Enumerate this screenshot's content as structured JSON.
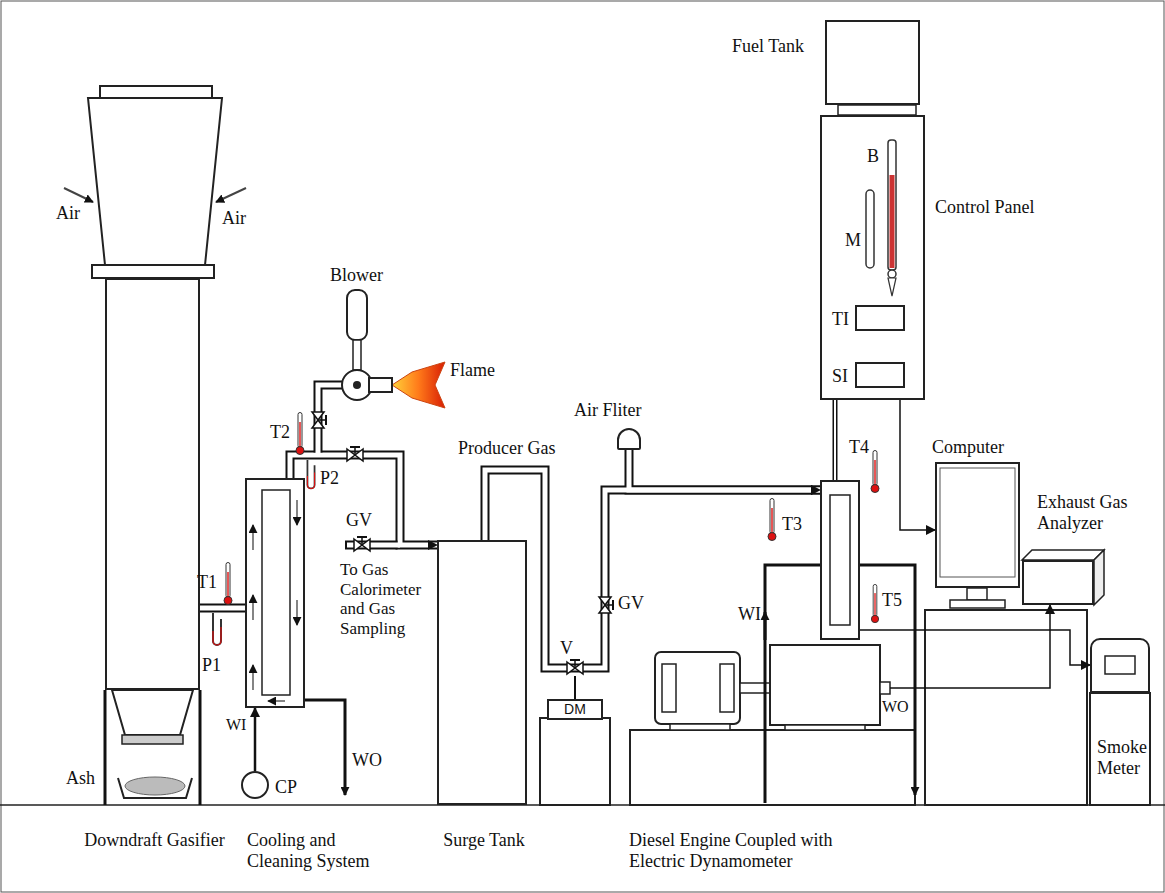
{
  "diagram": {
    "nodes": [
      {
        "text": [
          "Downdraft Gasifier"
        ]
      },
      {
        "text": [
          "Cooling and Cleaning System"
        ]
      },
      {
        "text": [
          "Surge Tank"
        ]
      },
      {
        "text": [
          "Diesel Engine Coupled with Electric Dynamometer"
        ]
      },
      {
        "text": [
          "Fuel Tank"
        ]
      },
      {
        "text": [
          "Control Panel"
        ]
      },
      {
        "text": [
          "TI"
        ],
        "in": 5
      },
      {
        "text": [
          "SI"
        ],
        "in": 5
      },
      {
        "text": [
          "Computer"
        ]
      },
      {
        "text": [
          "Exhaust Gas Analyzer"
        ]
      },
      {
        "text": [
          "Smoke Meter"
        ]
      },
      {
        "text": [
          "DM"
        ]
      },
      {
        "text": [
          "CP"
        ]
      },
      {
        "text": [
          "Air Fliter"
        ]
      }
    ],
    "edges": [
      {
        "from": 0,
        "to": 1,
        "arrow": "none"
      },
      {
        "from": 1,
        "to": 2,
        "arrow": "to"
      },
      {
        "from": 2,
        "to": 3,
        "arrow": "to"
      },
      {
        "from": 13,
        "to": 3,
        "arrow": "to"
      },
      {
        "from": 12,
        "to": 1,
        "label": "WI",
        "arrow": "to"
      },
      {
        "from": 5,
        "to": 3,
        "arrow": "none"
      },
      {
        "from": 5,
        "to": 8,
        "arrow": "to"
      },
      {
        "from": 3,
        "to": 9,
        "arrow": "to"
      },
      {
        "from": 3,
        "to": 10,
        "arrow": "to"
      }
    ],
    "labels": [
      "Air",
      "Air",
      "T1",
      "P1",
      "T2",
      "P2",
      "Blower",
      "Flame",
      "GV",
      "To Gas Calorimeter and Gas Sampling",
      "Producer Gas",
      "V",
      "GV",
      "T3",
      "T4",
      "T5",
      "B",
      "M",
      "WO",
      "WI",
      "WO",
      "Ash"
    ]
  }
}
